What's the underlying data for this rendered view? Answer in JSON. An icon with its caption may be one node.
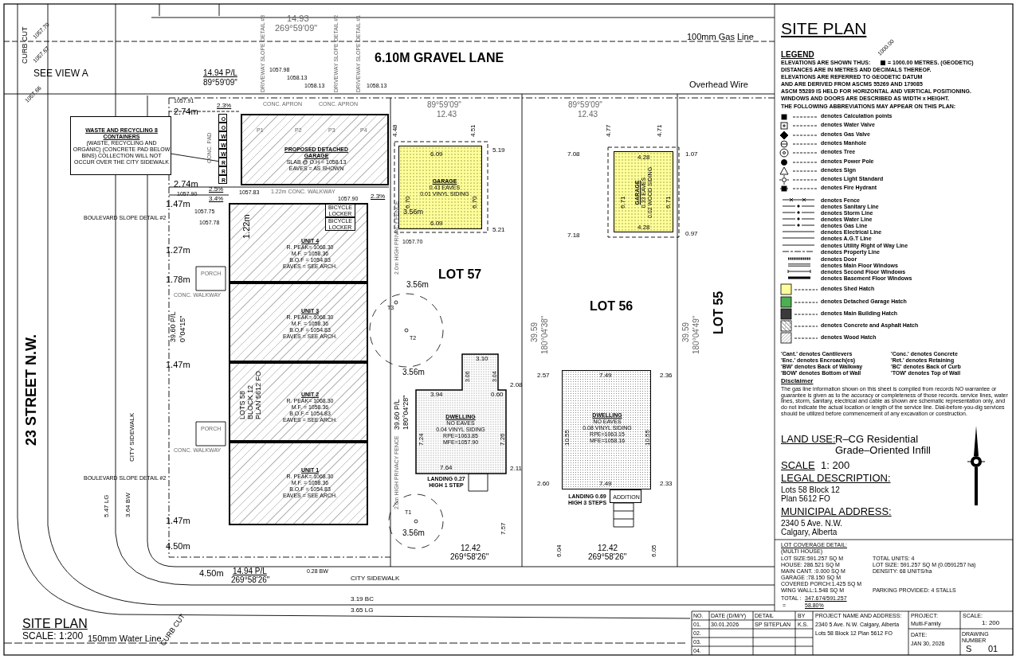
{
  "diagram": {
    "nodes": [
      {
        "text": [
          "WASTE AND RECYCLING 8 CONTAINERS",
          "(WASTE, RECYCLING AND ORGANIC) (CONCRETE PAD BELOW BINS) COLLECTION WILL NOT OCCUR OVER THE CITY SIDEWALK"
        ]
      },
      {
        "text": [
          "O"
        ]
      },
      {
        "text": [
          "O"
        ]
      },
      {
        "text": [
          "W"
        ]
      },
      {
        "text": [
          "W"
        ]
      },
      {
        "text": [
          "W"
        ]
      },
      {
        "text": [
          "R"
        ]
      },
      {
        "text": [
          "R"
        ]
      },
      {
        "text": [
          "R"
        ]
      },
      {
        "text": [
          "PROPOSED DETACHED GARAGE",
          "SLAB @ O.H = 1058.13",
          "EAVES = AS SHOWN"
        ]
      },
      {
        "text": [
          "UNIT 4",
          "R. PEAK= 1068.30",
          "M.F. = 1058.36",
          "B.O.F = 1054.83",
          "EAVES = SEE ARCH."
        ]
      },
      {
        "text": [
          "UNIT 3",
          "R. PEAK= 1068.30",
          "M.F. = 1058.36",
          "B.O.F = 1054.83",
          "EAVES = SEE ARCH."
        ]
      },
      {
        "text": [
          "UNIT 2",
          "R. PEAK= 1068.30",
          "M.F. = 1058.36",
          "B.O.F = 1054.83",
          "EAVES = SEE ARCH."
        ]
      },
      {
        "text": [
          "UNIT 1",
          "R. PEAK= 1068.30",
          "M.F. = 1058.36",
          "B.O.F = 1054.83",
          "EAVES = SEE ARCH."
        ]
      },
      {
        "text": [
          "BICYCLE LOCKER"
        ],
        "in": 10
      },
      {
        "text": [
          "BICYCLE LOCKER"
        ],
        "in": 10
      },
      {
        "text": [
          "GARAGE",
          "0.43 EAVES",
          "0.01 VINYL SIDING"
        ]
      },
      {
        "text": [
          "GARAGE",
          "0.33 EAVES",
          "0.02 WOOD SIDING"
        ]
      },
      {
        "text": [
          "DWELLING",
          "NO EAVES",
          "0.04 VINYL SIDING",
          "RPE=1063.85",
          "MFE=1057.90"
        ],
        "beside": [
          "LANDING 0.27 HIGH 1 STEP"
        ]
      },
      {
        "text": [
          "DWELLING",
          "NO EAVES",
          "0.08 VINYL SIDING",
          "RPE=1063.15",
          "MFE=1058.16"
        ],
        "beside": [
          "LANDING 0.69 HIGH 3 STEPS"
        ]
      },
      {
        "text": [
          "ADDITION"
        ]
      }
    ],
    "edges": [
      {
        "from": 0,
        "to": 6,
        "arrow": "none"
      }
    ],
    "labels": [
      "SEE VIEW A",
      "100mm Gas Line",
      "Overhead Wire",
      "6.10M GRAVEL LANE",
      "14.93",
      "269°59'09\"",
      "DRIVEWAY SLOPE DETAIL #3",
      "DRIVEWAY SLOPE DETAIL #2",
      "DRIVEWAY SLOPE DETAIL #1",
      "14.94 P/L",
      "89°59'09\"",
      "CONC. APRON",
      "CONC. APRON",
      "2.3%",
      "P1",
      "P2",
      "P3",
      "P4",
      "CONC. PAD",
      "2.74m",
      "2.74m",
      "2.5%",
      "1.22m CONC. WALKWAY",
      "3.4%",
      "2.3%",
      "1.47m",
      "BOULEVARD SLOPE DETAIL #2",
      "1.22m",
      "1.27m",
      "PORCH",
      "1.78m",
      "CONC. WALKWAY",
      "39.60 P/L",
      "0°04'15\"",
      "1.47m",
      "LOTS 58 BLOCK 12 PLAN 5612 FO",
      "PORCH",
      "CONC. WALKWAY",
      "BOULEVARD SLOPE DETAIL #2",
      "1.47m",
      "4.50m",
      "23 STREET N.W.",
      "CITY SIDEWALK",
      "5.47 LG",
      "3.64 BW",
      "CURB CUT",
      "2.0m HIGH PRIVACY FENCE",
      "2.0m HIGH PRIVACY FENCE",
      "89°59'09\"",
      "12.43",
      "4.48",
      "4.51",
      "6.09",
      "6.70",
      "6.70",
      "3.56m",
      "6.09",
      "5.19",
      "5.21",
      "LOT 57",
      "3.56m",
      "T3",
      "T2",
      "3.56m",
      "39.60 P/L",
      "180°04'28\"",
      "3.10",
      "3.06",
      "3.04",
      "3.94",
      "0.60",
      "2.08",
      "7.24",
      "7.26",
      "7.64",
      "2.11",
      "T1",
      "3.56m",
      "7.57",
      "89°59'09\"",
      "12.43",
      "4.77",
      "4.71",
      "7.08",
      "4.28",
      "6.71",
      "6.71",
      "4.28",
      "7.18",
      "1.07",
      "0.97",
      "LOT 56",
      "39.59",
      "180°04'38\"",
      "39.59",
      "180°04'49\"",
      "LOT 55",
      "2.57",
      "7.49",
      "2.36",
      "10.55",
      "10.55",
      "2.60",
      "7.49",
      "2.33",
      "6.04",
      "6.05",
      "12.42",
      "269°58'26\"",
      "12.42",
      "269°58'26\"",
      "4.50m",
      "14.94 P/L",
      "269°58'26\"",
      "0.28 BW",
      "CITY SIDEWALK",
      "3.19 BC",
      "3.65 LG",
      "CURB CUT",
      "150mm Water Line",
      "SITE PLAN",
      "SCALE: 1:200",
      "1057.70",
      "1057.67",
      "1057.66",
      "1057.91",
      "1057.98",
      "1058.13",
      "1058.13",
      "1058.13",
      "1057.90",
      "1057.83",
      "1057.90",
      "1057.75",
      "1057.78",
      "1057.70",
      "SITE PLAN",
      "LEGEND",
      "1000.00",
      "ELEVATIONS ARE SHOWN THUS:",
      "= 1000.00 METRES. (GEODETIC)",
      "DISTANCES ARE IN METRES AND DECIMALS THEREOF.",
      "ELEVATIONS ARE REFERRED TO GEODETIC DATUM",
      "AND ARE DERIVED FROM ASCMS 55269 AND 179085",
      "ASCM 55289 IS HELD FOR HORIZONTAL AND VERTICAL POSITIONING.",
      "WINDOWS AND DOORS ARE DESCRIBED AS WIDTH x HEIGHT.",
      "THE FOLLOWING ABBREVIATIONS MAY APPEAR ON THIS PLAN:",
      "'Cant.' denotes Cantilevers",
      "'Conc.' denotes Concrete",
      "'Enc.' denotes Encroach(es)",
      "'Ret.' denotes Retaining",
      "'BW' denotes Back of Walkway",
      "'BC' denotes Back of Curb",
      "'BOW' denotes Bottom of Wall",
      "'TOW' denotes Top of Wall",
      "Disclaimer",
      "The gas line information shown on this sheet is compiled from records NO warrantee or guarantee is given as to the accuracy or completeness of those records. service lines, water lines, storm, sanitary, electrical and cable as shown are schematic representation only, and do not indicate the actual location or length of the service line. Dial-before-you-dig services should be utilized before commencement of any excavation or construction.",
      "LAND USE:",
      "R–CG Residential Grade–Oriented Infill",
      "SCALE",
      "1: 200",
      "LEGAL DESCRIPTION:",
      "Lots 58 Block 12 Plan 5612 FO",
      "MUNICIPAL ADDRESS:",
      "2340 5 Ave. N.W. Calgary, Alberta",
      "LOT COVERAGE DETAIL:",
      "(MULTI HOUSE)",
      "LOT SIZE:591.257 SQ M",
      "HOUSE: 286.521 SQ M",
      "MAIN CANT. :0.000 SQ M",
      "GARAGE :78.150 SQ M",
      "COVERED PORCH:1.425 SQ M",
      "WING WALL:1.548 SQ M",
      "TOTAL UNITS: 4",
      "LOT SIZE: 591.257 SQ M (0.0591257 ha)",
      "DENSITY: 68 UNITS/ha",
      "PARKING PROVIDED: 4 STALLS",
      "TOTAL :",
      "347.674/591.257",
      "=",
      "58.80%",
      "NO.",
      "DATE (D/M/Y)",
      "DETAIL",
      "BY",
      "01.",
      "30.01.2026",
      "SP SITEPLAN",
      "K.S.",
      "02.",
      "03.",
      "04.",
      "PROJECT NAME AND ADDRESS:",
      "2340 5 Ave. N.W. Calgary, Alberta",
      "Lots 58 Block 12 Plan 5612 FO",
      "PROJECT:",
      "Multi-Family",
      "DATE:",
      "JAN 30, 2026",
      "SCALE:",
      "1: 200",
      "DRAWING",
      "NUMBER",
      "S",
      "01"
    ],
    "legend": [
      {
        "text": "denotes Calculation points"
      },
      {
        "text": "denotes Water Valve"
      },
      {
        "text": "denotes Gas Valve"
      },
      {
        "text": "denotes Manhole"
      },
      {
        "text": "denotes Tree"
      },
      {
        "text": "denotes Power Pole"
      },
      {
        "text": "denotes Sign"
      },
      {
        "text": "denotes Light Standard"
      },
      {
        "text": "denotes Fire Hydrant"
      },
      {
        "text": "denotes Fence"
      },
      {
        "text": "denotes Sanitary Line"
      },
      {
        "text": "denotes Storm Line"
      },
      {
        "text": "denotes Water Line"
      },
      {
        "text": "denotes Gas Line"
      },
      {
        "text": "denotes Electrical Line"
      },
      {
        "text": "denotes A.G.T Line"
      },
      {
        "text": "denotes Utility Right of Way Line"
      },
      {
        "text": "denotes Property Line"
      },
      {
        "text": "denotes Door"
      },
      {
        "text": "denotes Main Floor Windows"
      },
      {
        "text": "denotes Second Floor Windows"
      },
      {
        "text": "denotes Basement Floor Windows"
      },
      {
        "text": "denotes Shed Hatch",
        "color": "#ffff99"
      },
      {
        "text": "denotes Detached Garage Hatch",
        "color": "#4caf50"
      },
      {
        "text": "denotes Main Building Hatch",
        "color": "#3a3a3a"
      },
      {
        "text": "denotes Concrete and Asphalt Hatch"
      },
      {
        "text": "denotes Wood Hatch"
      }
    ]
  }
}
